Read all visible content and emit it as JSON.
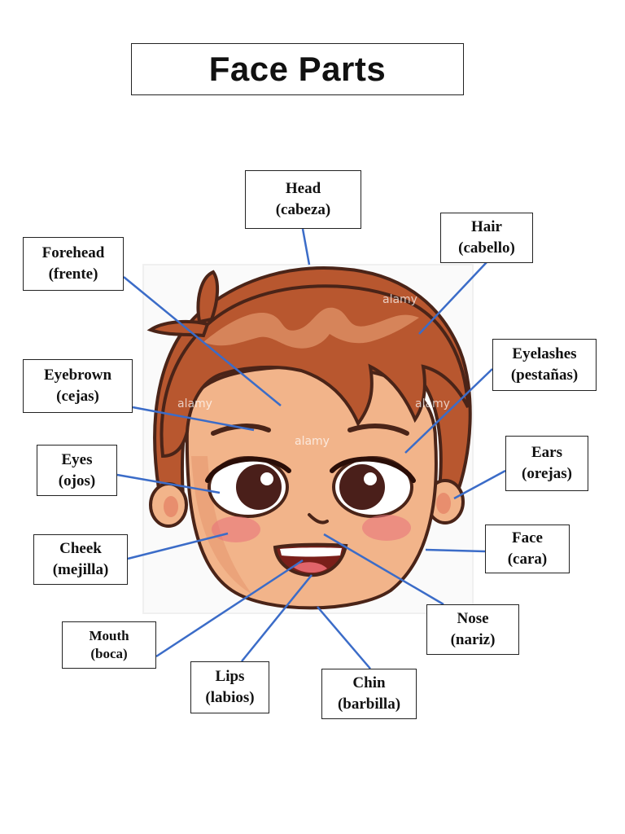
{
  "title": "Face Parts",
  "labels": {
    "head": {
      "en": "Head",
      "es": "(cabeza)"
    },
    "hair": {
      "en": "Hair",
      "es": "(cabello)"
    },
    "forehead": {
      "en": "Forehead",
      "es": "(frente)"
    },
    "eyelashes": {
      "en": "Eyelashes",
      "es": "(pestañas)"
    },
    "eyebrown": {
      "en": "Eyebrown",
      "es": "(cejas)"
    },
    "ears": {
      "en": "Ears",
      "es": "(orejas)"
    },
    "eyes": {
      "en": "Eyes",
      "es": "(ojos)"
    },
    "face": {
      "en": "Face",
      "es": "(cara)"
    },
    "cheek": {
      "en": "Cheek",
      "es": "(mejilla)"
    },
    "nose": {
      "en": "Nose",
      "es": "(nariz)"
    },
    "mouth": {
      "en": "Mouth",
      "es": "(boca)"
    },
    "lips": {
      "en": "Lips",
      "es": "(labios)"
    },
    "chin": {
      "en": "Chin",
      "es": "(barbilla)"
    }
  },
  "watermark": "alamy",
  "colors": {
    "leader_line": "#3b6cc8",
    "hair": "#b8572f",
    "hair_highlight": "#d98a5f",
    "skin": "#f2b48a",
    "outline": "#4a2418"
  }
}
